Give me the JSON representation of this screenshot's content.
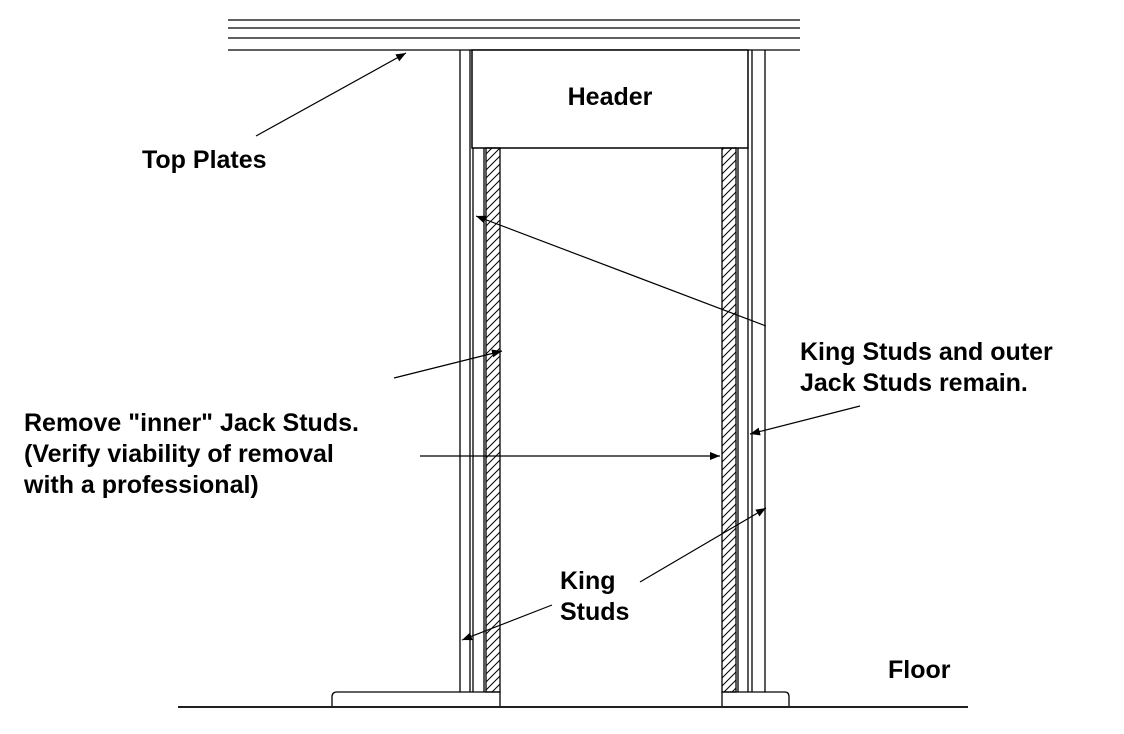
{
  "labels": {
    "header": "Header",
    "top_plates": "Top Plates",
    "king_outer_line1": "King Studs and outer",
    "king_outer_line2": "Jack Studs remain.",
    "remove_line1": "Remove \"inner\" Jack Studs.",
    "remove_line2": "(Verify viability of removal",
    "remove_line3": "with a professional)",
    "king_line1": "King",
    "king_line2": "Studs",
    "floor": "Floor"
  }
}
